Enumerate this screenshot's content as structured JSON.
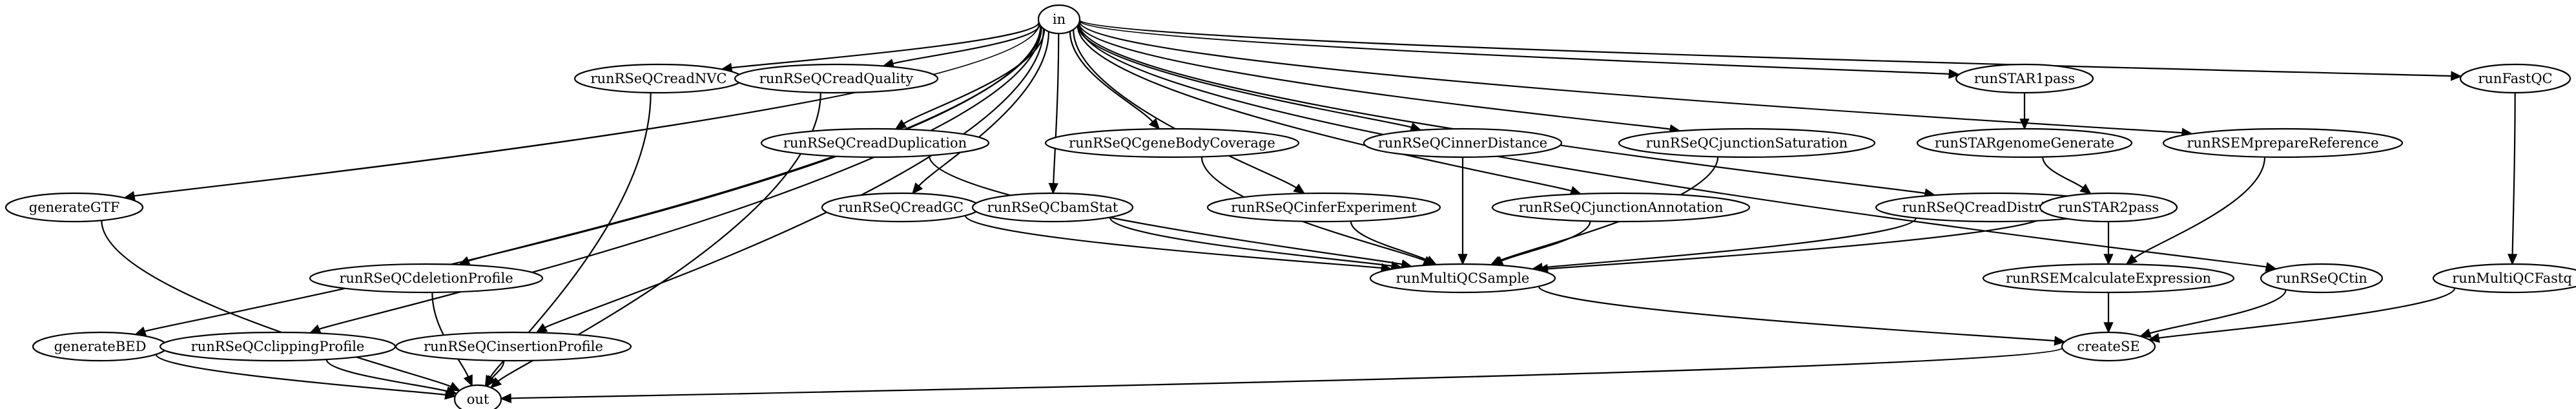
{
  "nodes": [
    {
      "id": "in",
      "label": "in"
    },
    {
      "id": "generateGTF",
      "label": "generateGTF"
    },
    {
      "id": "generateBED",
      "label": "generateBED"
    },
    {
      "id": "runRSeQCclippingProfile",
      "label": "runRSeQCclippingProfile"
    },
    {
      "id": "runRSeQCdeletionProfile",
      "label": "runRSeQCdeletionProfile"
    },
    {
      "id": "runRSeQCinsertionProfile",
      "label": "runRSeQCinsertionProfile"
    },
    {
      "id": "runRSeQCreadNVC",
      "label": "runRSeQCreadNVC"
    },
    {
      "id": "runRSeQCreadQuality",
      "label": "runRSeQCreadQuality"
    },
    {
      "id": "runRSeQCreadDuplication",
      "label": "runRSeQCreadDuplication"
    },
    {
      "id": "runRSeQCreadGC",
      "label": "runRSeQCreadGC"
    },
    {
      "id": "runRSeQCbamStat",
      "label": "runRSeQCbamStat"
    },
    {
      "id": "runRSeQCgeneBodyCoverage",
      "label": "runRSeQCgeneBodyCoverage"
    },
    {
      "id": "runRSeQCinferExperiment",
      "label": "runRSeQCinferExperiment"
    },
    {
      "id": "runRSeQCinnerDistance",
      "label": "runRSeQCinnerDistance"
    },
    {
      "id": "runRSeQCjunctionAnnotation",
      "label": "runRSeQCjunctionAnnotation"
    },
    {
      "id": "runRSeQCjunctionSaturation",
      "label": "runRSeQCjunctionSaturation"
    },
    {
      "id": "runRSeQCreadDistribution",
      "label": "runRSeQCreadDistribution"
    },
    {
      "id": "runSTAR1pass",
      "label": "runSTAR1pass"
    },
    {
      "id": "runSTARgenomeGenerate",
      "label": "runSTARgenomeGenerate"
    },
    {
      "id": "runSTAR2pass",
      "label": "runSTAR2pass"
    },
    {
      "id": "runRSEMprepareReference",
      "label": "runRSEMprepareReference"
    },
    {
      "id": "runRSEMcalculateExpression",
      "label": "runRSEMcalculateExpression"
    },
    {
      "id": "runRSeQCtin",
      "label": "runRSeQCtin"
    },
    {
      "id": "runFastQC",
      "label": "runFastQC"
    },
    {
      "id": "runMultiQCFastq",
      "label": "runMultiQCFastq"
    },
    {
      "id": "runMultiQCSample",
      "label": "runMultiQCSample"
    },
    {
      "id": "createSE",
      "label": "createSE"
    },
    {
      "id": "out",
      "label": "out"
    }
  ],
  "edges": [
    {
      "from": "in",
      "to": "generateGTF"
    },
    {
      "from": "in",
      "to": "generateBED"
    },
    {
      "from": "in",
      "to": "runRSeQCclippingProfile"
    },
    {
      "from": "in",
      "to": "runRSeQCdeletionProfile"
    },
    {
      "from": "in",
      "to": "runRSeQCinsertionProfile"
    },
    {
      "from": "in",
      "to": "runRSeQCreadNVC"
    },
    {
      "from": "in",
      "to": "runRSeQCreadQuality"
    },
    {
      "from": "in",
      "to": "runRSeQCreadDuplication"
    },
    {
      "from": "in",
      "to": "runRSeQCreadGC"
    },
    {
      "from": "in",
      "to": "runRSeQCbamStat"
    },
    {
      "from": "in",
      "to": "runRSeQCgeneBodyCoverage"
    },
    {
      "from": "in",
      "to": "runRSeQCinferExperiment"
    },
    {
      "from": "in",
      "to": "runRSeQCinnerDistance"
    },
    {
      "from": "in",
      "to": "runRSeQCjunctionAnnotation"
    },
    {
      "from": "in",
      "to": "runRSeQCjunctionSaturation"
    },
    {
      "from": "in",
      "to": "runRSeQCreadDistribution"
    },
    {
      "from": "in",
      "to": "runSTAR1pass"
    },
    {
      "from": "in",
      "to": "runRSEMprepareReference"
    },
    {
      "from": "in",
      "to": "runRSeQCtin"
    },
    {
      "from": "in",
      "to": "runFastQC"
    },
    {
      "from": "runSTAR1pass",
      "to": "runSTARgenomeGenerate"
    },
    {
      "from": "runSTARgenomeGenerate",
      "to": "runSTAR2pass"
    },
    {
      "from": "runSTAR2pass",
      "to": "runRSEMcalculateExpression"
    },
    {
      "from": "runSTAR2pass",
      "to": "runMultiQCSample"
    },
    {
      "from": "runRSEMprepareReference",
      "to": "runRSEMcalculateExpression"
    },
    {
      "from": "runRSEMcalculateExpression",
      "to": "createSE"
    },
    {
      "from": "runFastQC",
      "to": "runMultiQCFastq"
    },
    {
      "from": "runMultiQCFastq",
      "to": "createSE"
    },
    {
      "from": "runRSeQCtin",
      "to": "createSE"
    },
    {
      "from": "runRSeQCreadDuplication",
      "to": "runMultiQCSample"
    },
    {
      "from": "runRSeQCreadGC",
      "to": "runMultiQCSample"
    },
    {
      "from": "runRSeQCbamStat",
      "to": "runMultiQCSample"
    },
    {
      "from": "runRSeQCgeneBodyCoverage",
      "to": "runMultiQCSample"
    },
    {
      "from": "runRSeQCinferExperiment",
      "to": "runMultiQCSample"
    },
    {
      "from": "runRSeQCinnerDistance",
      "to": "runMultiQCSample"
    },
    {
      "from": "runRSeQCjunctionAnnotation",
      "to": "runMultiQCSample"
    },
    {
      "from": "runRSeQCjunctionSaturation",
      "to": "runMultiQCSample"
    },
    {
      "from": "runRSeQCreadDistribution",
      "to": "runMultiQCSample"
    },
    {
      "from": "runMultiQCSample",
      "to": "createSE"
    },
    {
      "from": "createSE",
      "to": "out"
    },
    {
      "from": "generateGTF",
      "to": "out"
    },
    {
      "from": "generateBED",
      "to": "out"
    },
    {
      "from": "runRSeQCclippingProfile",
      "to": "out"
    },
    {
      "from": "runRSeQCdeletionProfile",
      "to": "out"
    },
    {
      "from": "runRSeQCinsertionProfile",
      "to": "out"
    },
    {
      "from": "runRSeQCreadNVC",
      "to": "out"
    },
    {
      "from": "runRSeQCreadQuality",
      "to": "out"
    }
  ]
}
